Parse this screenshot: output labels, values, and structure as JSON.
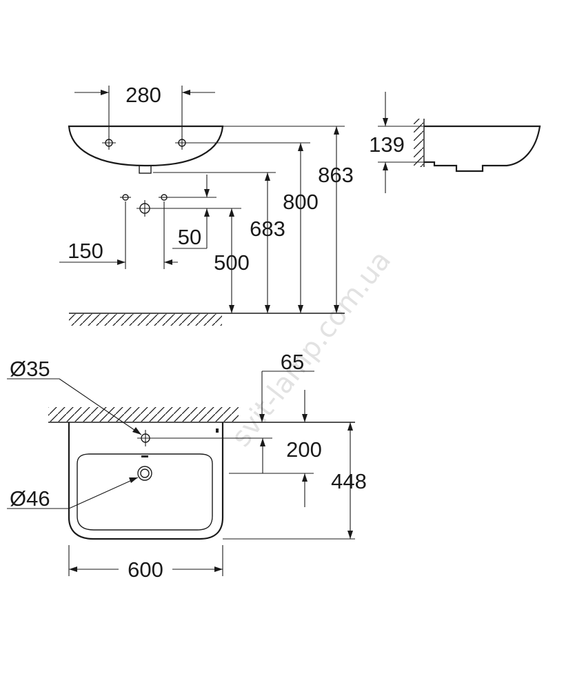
{
  "dimensions": {
    "hole_spacing": "280",
    "wall_projection_depth": "139",
    "height_top": "863",
    "height_fixing": "800",
    "height_waste": "683",
    "height_supply": "500",
    "supply_offset": "50",
    "supply_left": "150",
    "wall_gap": "65",
    "tap_hole_diameter": "Ø35",
    "tap_hole_depth": "200",
    "basin_depth": "448",
    "overflow_diameter": "Ø46",
    "basin_width": "600"
  },
  "watermark": "svit-lamp.com.ua"
}
